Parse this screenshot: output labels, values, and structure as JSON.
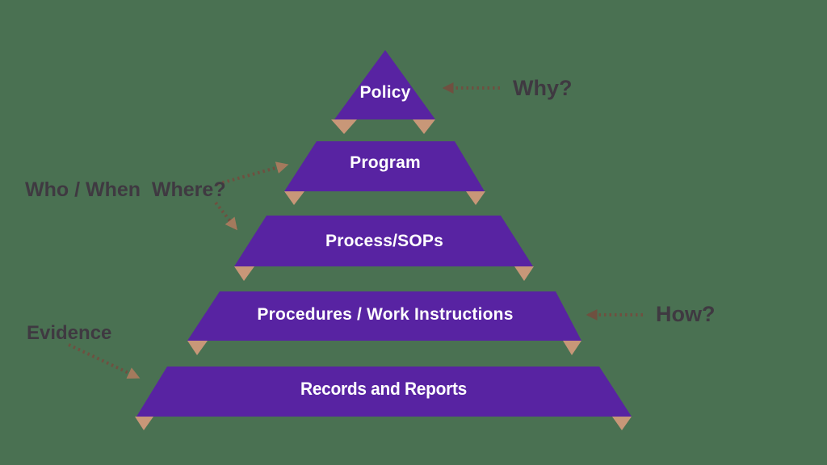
{
  "background_color": "#4A7152",
  "colors": {
    "layer_purple": "#5823A2",
    "foot_tan": "#C89778",
    "layer_label_text": "#FFFFFF",
    "annotation_text": "#3F3941",
    "arrow_dots_brown": "#6F5040",
    "arrowhead_dark": "#6F5040",
    "arrowhead_tan": "#A47A5D"
  },
  "pyramid": {
    "layers": [
      {
        "label": "Policy"
      },
      {
        "label": "Program"
      },
      {
        "label": "Process/SOPs"
      },
      {
        "label": "Procedures / Work Instructions"
      },
      {
        "label": "Records and Reports"
      }
    ]
  },
  "annotations": {
    "why": {
      "label": "Why?",
      "points_to": "Policy"
    },
    "who_when_where": {
      "label": "Who / When  Where?",
      "points_to": "Program and Process/SOPs"
    },
    "how": {
      "label": "How?",
      "points_to": "Procedures / Work Instructions"
    },
    "evidence": {
      "label": "Evidence",
      "points_to": "Records and Reports"
    }
  }
}
